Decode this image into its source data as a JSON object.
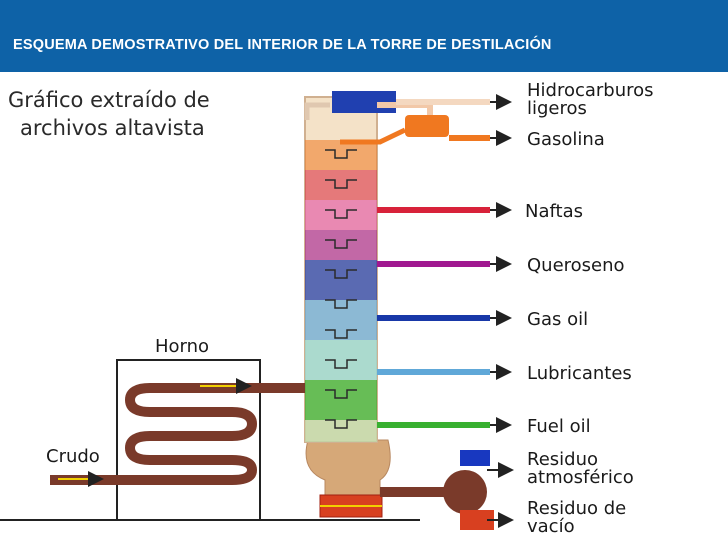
{
  "header": {
    "title": "ESQUEMA DEMOSTRATIVO DEL INTERIOR DE LA TORRE DE DESTILACIÓN"
  },
  "caption": {
    "line1": "Gráfico extraído de",
    "line2": "archivos altavista"
  },
  "labels": {
    "horno": "Horno",
    "crudo": "Crudo",
    "hidrocarburos_1": "Hidrocarburos",
    "hidrocarburos_2": "ligeros",
    "gasolina": "Gasolina",
    "naftas": "Naftas",
    "queroseno": "Queroseno",
    "gas_oil": "Gas oil",
    "lubricantes": "Lubricantes",
    "fuel_oil": "Fuel oil",
    "residuo_atm_1": "Residuo",
    "residuo_atm_2": "atmosférico",
    "residuo_vacio_1": "Residuo de",
    "residuo_vacio_2": "vacío"
  },
  "colors": {
    "header": "#0e62a7",
    "pipe_brown": "#7a3a2a",
    "gasolina": "#f07820",
    "naftas": "#d8223a",
    "queroseno": "#a01890",
    "gas_oil": "#1838a8",
    "lubricantes": "#60a8d8",
    "fuel_oil": "#38b030",
    "top_cap": "#2040b0"
  }
}
